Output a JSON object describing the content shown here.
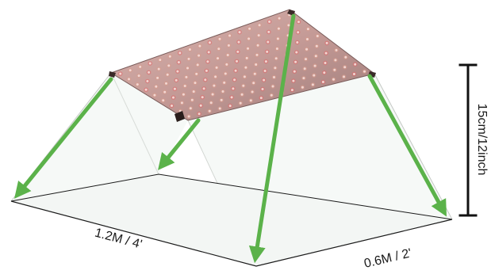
{
  "dimensions": {
    "length_label": "1.2M / 4'",
    "width_label": "0.6M / 2'",
    "height_label": "15cm/12inch"
  },
  "colors": {
    "arrow": "#5bb24a",
    "floor_fill": "#eef3ef",
    "floor_edge": "#1a1a1a",
    "projection_edge": "#c4c8c4",
    "panel_base": "#b98a86",
    "led": "#f2d6d2",
    "height_bar": "#111111"
  },
  "icons": [
    "led-grow-light-panel",
    "arrow-down-icon",
    "height-bracket-icon"
  ]
}
